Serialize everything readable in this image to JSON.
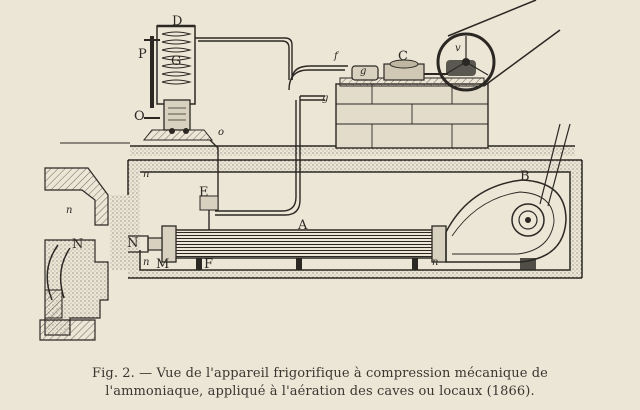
{
  "figure": {
    "labels": {
      "D": "D",
      "P": "P",
      "G": "G",
      "O": "O",
      "o": "o",
      "C": "C",
      "v": "v",
      "f": "f",
      "g1": "g",
      "g2": "g",
      "E": "E",
      "A": "A",
      "B": "B",
      "N1": "N",
      "N2": "N",
      "n1": "n",
      "n2": "n",
      "n3": "n",
      "n4": "n",
      "M": "M",
      "F": "F"
    },
    "colors": {
      "paper": "#ece6d6",
      "ink": "#2b2824",
      "hatch": "#6f6a60"
    }
  },
  "caption": {
    "line1": "Fig. 2. — Vue de l'appareil frigorifique à compression mécanique de",
    "line2": "l'ammoniaque, appliqué à l'aération des caves ou locaux (1866)."
  }
}
